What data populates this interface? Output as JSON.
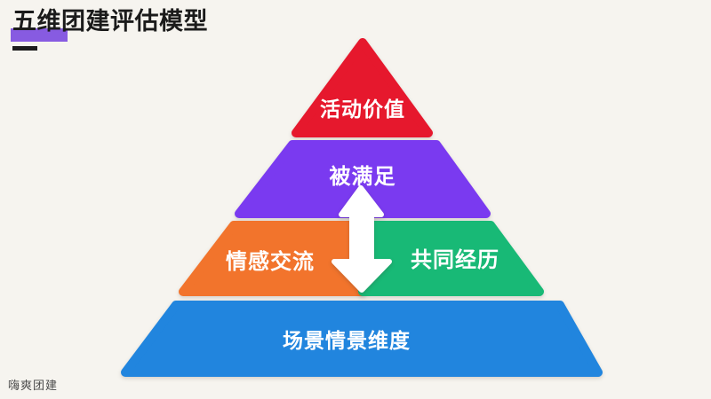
{
  "title": "五维团建评估模型",
  "watermark": "嗨爽团建",
  "colors": {
    "background": "#f6f4ef",
    "title_text": "#1b1b1b",
    "title_highlight": "#7b4be0",
    "title_dash": "#1d1d1d",
    "label_text": "#ffffff",
    "arrow": "#ffffff",
    "watermark_text": "#4a4a4a"
  },
  "pyramid": {
    "type": "pyramid-diagram",
    "arrow_direction": "down",
    "levels": [
      {
        "id": "level-1-top",
        "label": "活动价值",
        "color": "#e6182d"
      },
      {
        "id": "level-2",
        "label": "被满足",
        "color": "#7a3af0"
      },
      {
        "id": "level-3-left",
        "label": "情感交流",
        "color": "#f2742c"
      },
      {
        "id": "level-3-right",
        "label": "共同经历",
        "color": "#18b976"
      },
      {
        "id": "level-4-base",
        "label": "场景情景维度",
        "color": "#2185de"
      }
    ]
  }
}
